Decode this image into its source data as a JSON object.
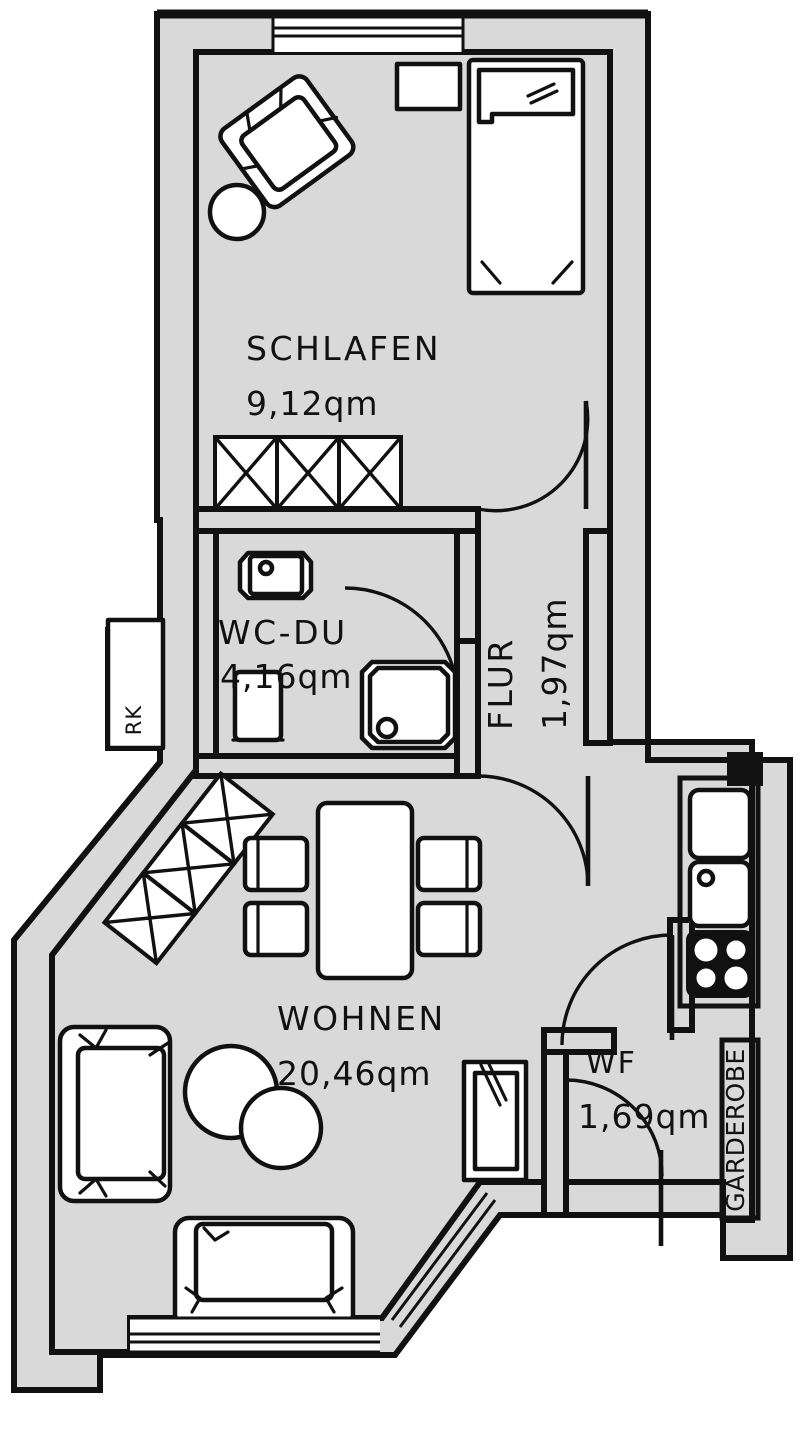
{
  "document": {
    "type": "architectural-floor-plan",
    "style": "black-and-white line drawing"
  },
  "rooms": [
    {
      "id": "schlafen",
      "label": "SCHLAFEN",
      "area": "9,12qm",
      "orientation": "horizontal"
    },
    {
      "id": "wc_du",
      "label": "WC-DU",
      "area": "4,16qm",
      "orientation": "horizontal"
    },
    {
      "id": "flur",
      "label": "FLUR",
      "area": "1,97qm",
      "orientation": "vertical"
    },
    {
      "id": "wohnen",
      "label": "WOHNEN",
      "area": "20,46qm",
      "orientation": "horizontal"
    },
    {
      "id": "wf",
      "label": "WF",
      "area": "1,69qm",
      "orientation": "horizontal"
    }
  ],
  "annotations": [
    {
      "id": "rk",
      "label": "RK",
      "orientation": "vertical",
      "description": "small utility box on left exterior wall"
    },
    {
      "id": "garderobe",
      "label": "GARDEROBE",
      "orientation": "vertical",
      "description": "wardrobe strip on right wall"
    }
  ],
  "furniture": {
    "schlafen": [
      "armchair",
      "round-side-table",
      "nightstand",
      "bed-with-pillow",
      "wardrobe-x-boxes"
    ],
    "wc_du": [
      "sink",
      "toilet",
      "shower-tray"
    ],
    "wohnen": [
      "dining-table",
      "dining-chairs",
      "sofa-left",
      "sofa-bottom",
      "round-tables",
      "tv-cabinet",
      "shelf-x-boxes"
    ],
    "kitchen": [
      "counter-cabinet",
      "sink-unit",
      "four-burner-stove"
    ]
  },
  "colors": {
    "line": "#111111",
    "wall_fill": "#d9d9d9",
    "background": "#ffffff"
  }
}
